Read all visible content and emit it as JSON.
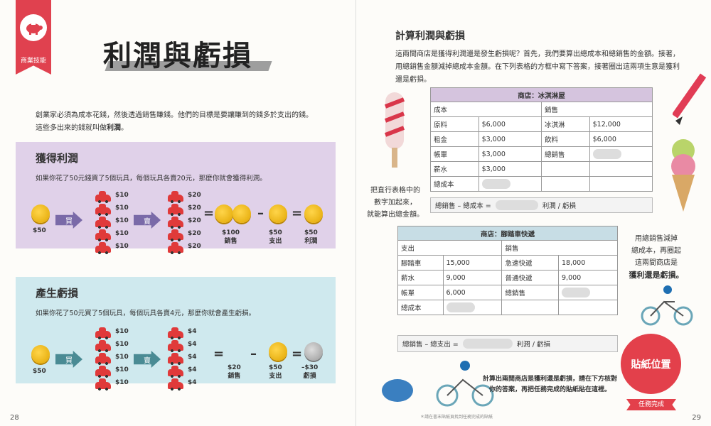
{
  "left": {
    "ribbon_label": "商業技能",
    "title": "利潤與虧損",
    "intro_line1": "創業家必須為成本花錢，然後透過銷售賺錢。他們的目標是要讓賺到的錢多於支出的錢。",
    "intro_line2_prefix": "這些多出來的錢就叫做",
    "intro_line2_bold": "利潤",
    "intro_line2_suffix": "。",
    "page_number": "28",
    "profit": {
      "heading": "獲得利潤",
      "desc": "如果你花了50元錢買了5個玩具，每個玩具各賣20元，那麼你就會獲得利潤。",
      "start_amount": "$50",
      "buy": "買",
      "sell": "賣",
      "cost_each": [
        "$10",
        "$10",
        "$10",
        "$10",
        "$10"
      ],
      "price_each": [
        "$20",
        "$20",
        "$20",
        "$20",
        "$20"
      ],
      "result1_amount": "$100",
      "result1_label": "銷售",
      "result2_amount": "$50",
      "result2_label": "支出",
      "result3_amount": "$50",
      "result3_label": "利潤",
      "eq": "=",
      "minus": "–"
    },
    "loss": {
      "heading": "產生虧損",
      "desc": "如果你花了50元買了5個玩具，每個玩具各賣4元，那麼你就會產生虧損。",
      "start_amount": "$50",
      "buy": "買",
      "sell": "賣",
      "cost_each": [
        "$10",
        "$10",
        "$10",
        "$10",
        "$10"
      ],
      "price_each": [
        "$4",
        "$4",
        "$4",
        "$4",
        "$4"
      ],
      "result1_amount": "$20",
      "result1_label": "銷售",
      "result2_amount": "$50",
      "result2_label": "支出",
      "result3_amount": "–$30",
      "result3_label": "虧損",
      "eq": "=",
      "minus": "–"
    }
  },
  "right": {
    "title": "計算利潤與虧損",
    "intro": "這兩間商店是獲得利潤還是發生虧損呢？首先，我們要算出總成本和總銷售的金額。接著，用總銷售金額減掉總成本金額。在下列表格的方框中寫下答案，接著圈出這兩項生意是獲利還是虧損。",
    "page_number": "29",
    "shop1": {
      "header": "商店：冰淇淋屋",
      "left_head": "成本",
      "right_head": "銷售",
      "rows": [
        {
          "a": "原料",
          "b": "$6,000",
          "c": "冰淇淋",
          "d": "$12,000"
        },
        {
          "a": "租金",
          "b": "$3,000",
          "c": "飲料",
          "d": "$6,000"
        },
        {
          "a": "帳單",
          "b": "$3,000",
          "c": "總銷售",
          "d": ""
        },
        {
          "a": "薪水",
          "b": "$3,000",
          "c": "",
          "d": ""
        },
        {
          "a": "總成本",
          "b": "",
          "c": "",
          "d": ""
        }
      ],
      "formula": "總銷售 – 總成本 =",
      "result": "利潤 / 虧損"
    },
    "shop2": {
      "header": "商店：腳踏車快遞",
      "left_head": "支出",
      "right_head": "銷售",
      "rows": [
        {
          "a": "腳踏車",
          "b": "15,000",
          "c": "急速快遞",
          "d": "18,000"
        },
        {
          "a": "薪水",
          "b": "9,000",
          "c": "普通快遞",
          "d": "9,000"
        },
        {
          "a": "帳單",
          "b": "6,000",
          "c": "總銷售",
          "d": ""
        },
        {
          "a": "總成本",
          "b": "",
          "c": "",
          "d": ""
        }
      ],
      "formula": "總銷售 – 總支出 =",
      "result": "利潤 / 虧損"
    },
    "note_left": [
      "把直行表格中的",
      "數字加起來，",
      "就能算出總金額。"
    ],
    "note_right": [
      "用總銷售減掉",
      "總成本，再圈起",
      "這兩間商店是",
      "獲利還是虧損。"
    ],
    "bottom_note1": "計算出兩間商店是獲利還是虧損，請在下方核對",
    "bottom_note2": "你的答案，再把任務完成的貼紙貼在這裡。",
    "sticker": "貼紙位置",
    "done": "任務完成",
    "footer": "＊請在書末貼紙頁找到任務完成的貼紙"
  }
}
